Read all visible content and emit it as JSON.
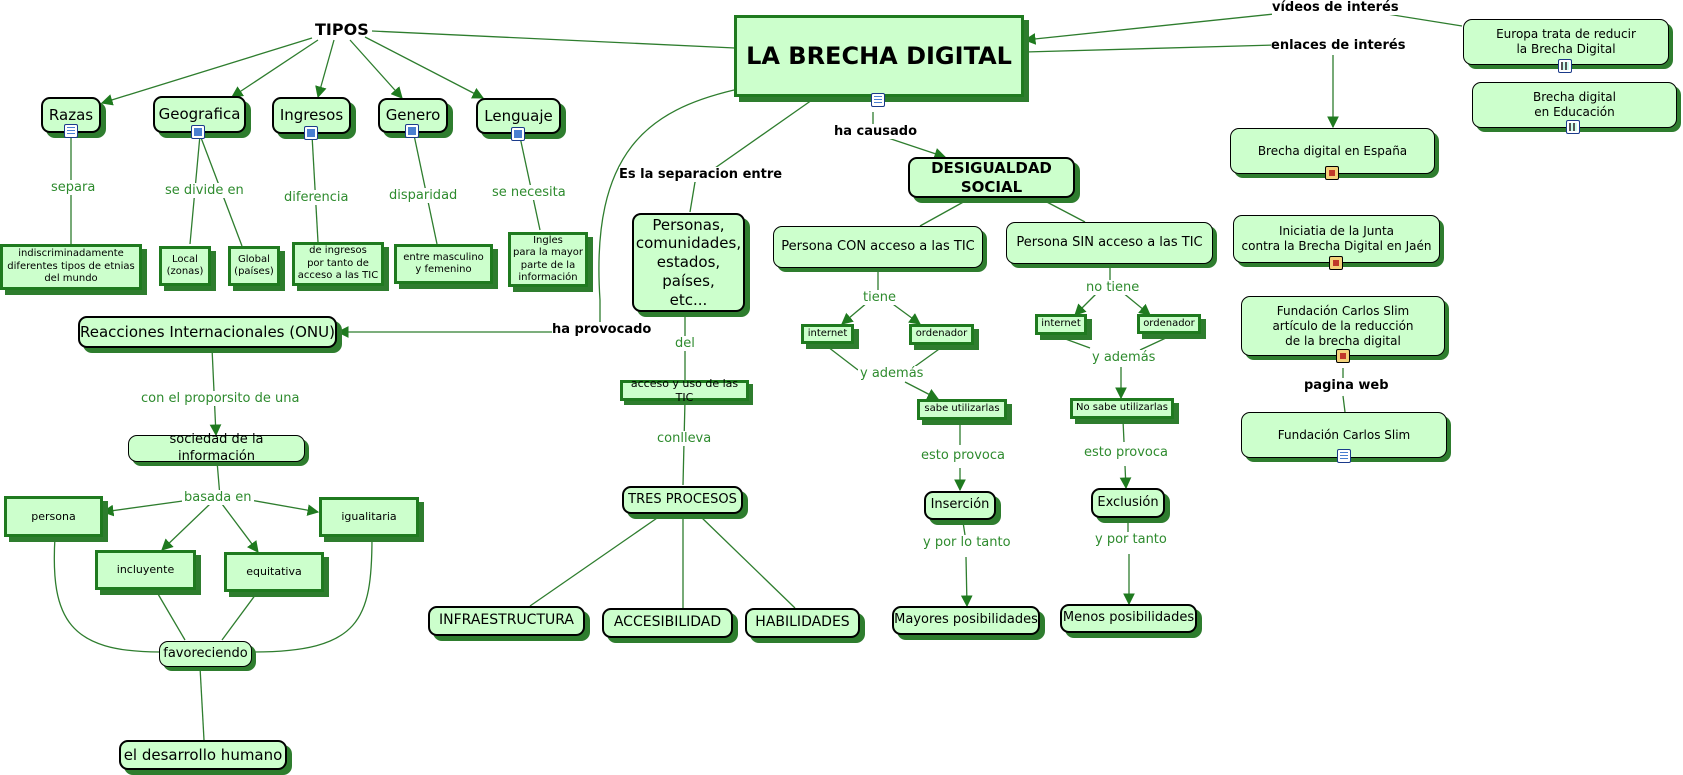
{
  "nodes": {
    "main": "LA BRECHA DIGITAL",
    "tipos": "TIPOS",
    "razas": "Razas",
    "geografica": "Geografica",
    "ingresos": "Ingresos",
    "genero": "Genero",
    "lenguaje": "Lenguaje",
    "etnias": "indiscriminadamente\ndiferentes tipos de etnias\ndel mundo",
    "local": "Local\n(zonas)",
    "global": "Global\n(países)",
    "de_ingresos": "de ingresos\npor tanto de\nacceso a las TIC",
    "masc_fem": "entre masculino\ny femenino",
    "ingles": "Ingles\npara la mayor\nparte de la\ninformación",
    "personas": "Personas,\ncomunidades,\nestados,\npaíses,\netc...",
    "acceso_uso": "acceso y uso de las TIC",
    "tres_procesos": "TRES PROCESOS",
    "infraestructura": "INFRAESTRUCTURA",
    "accesibilidad": "ACCESIBILIDAD",
    "habilidades": "HABILIDADES",
    "reacciones": "Reacciones Internacionales (ONU)",
    "sociedad": "sociedad de la información",
    "persona": "persona",
    "igualitaria": "igualitaria",
    "incluyente": "incluyente",
    "equitativa": "equitativa",
    "favoreciendo": "favoreciendo",
    "desarrollo": "el desarrollo humano",
    "desigualdad": "DESIGUALDAD SOCIAL",
    "con_acceso": "Persona CON acceso a las TIC",
    "sin_acceso": "Persona SIN acceso a las TIC",
    "internet_con": "internet",
    "ordenador_con": "ordenador",
    "internet_sin": "internet",
    "ordenador_sin": "ordenador",
    "sabe": "sabe utilizarlas",
    "no_sabe": "No sabe utilizarlas",
    "insercion": "Inserción",
    "exclusion": "Exclusión",
    "mayores": "Mayores posibilidades",
    "menos": "Menos posibilidades",
    "europa": "Europa trata de reducir\nla Brecha Digital",
    "educacion": "Brecha digital\nen Educación",
    "espana": "Brecha digital en España",
    "junta": "Iniciatia de la Junta\ncontra la Brecha Digital en Jaén",
    "fundacion_art": "Fundación Carlos Slim\nartículo de la reducción\nde la brecha digital",
    "fundacion": "Fundación Carlos Slim"
  },
  "links": {
    "separa": "separa",
    "divide": "se divide en",
    "diferencia": "diferencia",
    "disparidad": "disparidad",
    "necesita": "se necesita",
    "separacion": "Es la separacion entre",
    "del": "del",
    "conlleva": "conlleva",
    "provocado": "ha provocado",
    "proposito": "con el proporsito de una",
    "basada": "basada en",
    "causado": "ha causado",
    "tiene": "tiene",
    "no_tiene": "no tiene",
    "ademas_con": "y además",
    "ademas_sin": "y además",
    "provoca_con": "esto provoca",
    "provoca_sin": "esto provoca",
    "portanto_con": "y por lo tanto",
    "portanto_sin": "y por tanto",
    "videos": "vídeos de interés",
    "enlaces": "enlaces de interés",
    "pagina": "pagina web"
  },
  "icons": {
    "main": "document-icon",
    "razas": "document-icon",
    "types": "image-icon",
    "videos": "video-icon",
    "web": "web-page-icon"
  },
  "colors": {
    "node_fill": "#ccffcc",
    "link_line": "#2e7d2e",
    "link_label": "#2e8b2e",
    "shadow": "#2e7d2e"
  }
}
